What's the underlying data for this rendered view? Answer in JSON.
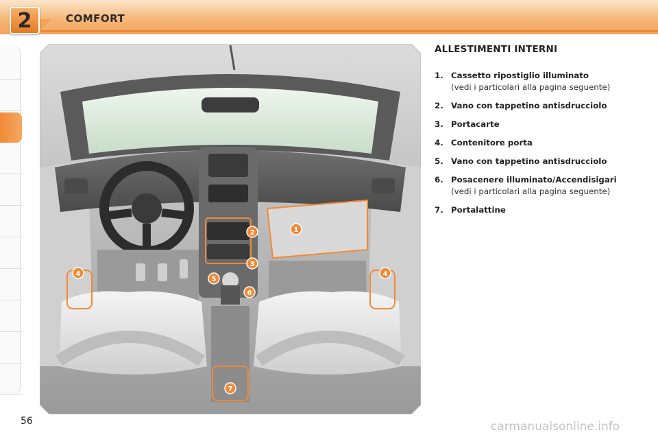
{
  "header": {
    "chapter_number": "2",
    "chapter_title": "COMFORT",
    "colors": {
      "band": "#f6b878",
      "accent": "#e9893a"
    }
  },
  "side_tabs": {
    "count": 11,
    "active_index": 2
  },
  "page_number": "56",
  "section": {
    "title": "ALLESTIMENTI INTERNI",
    "items": [
      {
        "number": "1.",
        "label": "Cassetto ripostiglio illuminato",
        "note": "(vedi i particolari alla pagina seguente)"
      },
      {
        "number": "2.",
        "label": "Vano con tappetino antisdrucciolo",
        "note": ""
      },
      {
        "number": "3.",
        "label": "Portacarte",
        "note": ""
      },
      {
        "number": "4.",
        "label": "Contenitore porta",
        "note": ""
      },
      {
        "number": "5.",
        "label": "Vano con tappetino antisdrucciolo",
        "note": ""
      },
      {
        "number": "6.",
        "label": "Posacenere illuminato/Accendisigari",
        "note": "(vedi i particolari alla pagina seguente)"
      },
      {
        "number": "7.",
        "label": "Portalattine",
        "note": ""
      }
    ]
  },
  "illustration": {
    "markers": [
      "1",
      "2",
      "3",
      "4",
      "4",
      "5",
      "6",
      "7"
    ],
    "marker_color": "#f08a35"
  },
  "watermark": "carmanualsonline.info"
}
